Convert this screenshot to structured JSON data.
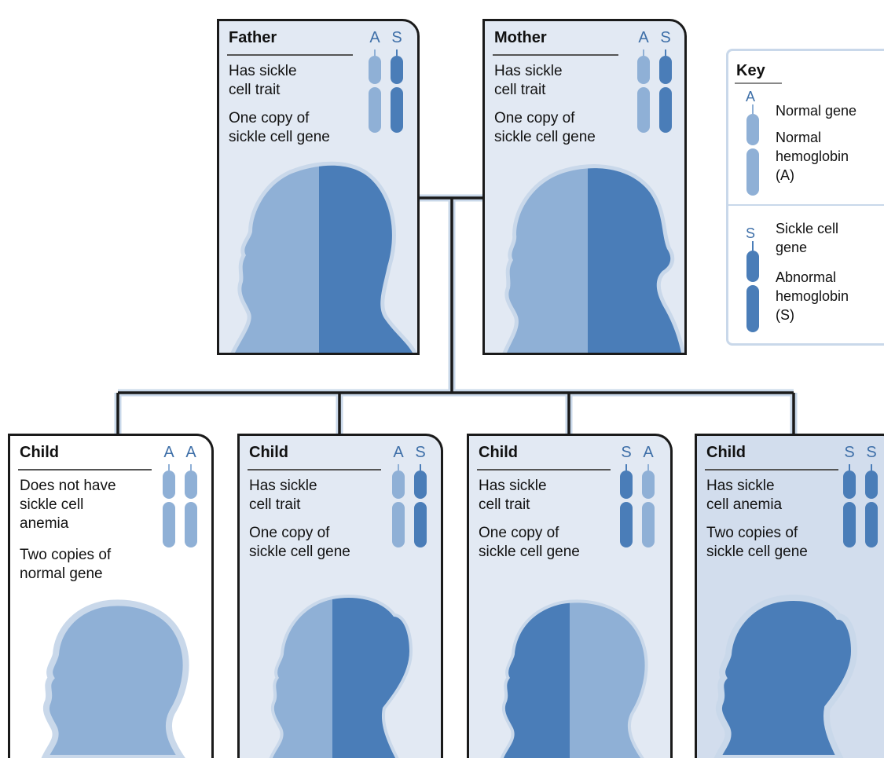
{
  "colors": {
    "light": "#8fb0d6",
    "dark": "#4a7db8",
    "card_bg": "#e2e9f3",
    "card_bg_dark": "#d2dded",
    "letter": "#3e6fa8",
    "line": "#1a1a1a",
    "line_halo": "#c9d8ea"
  },
  "parents": {
    "father": {
      "title": "Father",
      "genes": [
        "A",
        "S"
      ],
      "line1": "Has sickle\ncell trait",
      "line2": "One copy of\nsickle cell gene"
    },
    "mother": {
      "title": "Mother",
      "genes": [
        "A",
        "S"
      ],
      "line1": "Has sickle\ncell trait",
      "line2": "One copy of\nsickle cell gene"
    }
  },
  "children": [
    {
      "title": "Child",
      "genes": [
        "A",
        "A"
      ],
      "line1": "Does not have\nsickle cell\nanemia",
      "line2": "Two copies of\nnormal gene"
    },
    {
      "title": "Child",
      "genes": [
        "A",
        "S"
      ],
      "line1": "Has sickle\ncell trait",
      "line2": "One copy of\nsickle cell gene"
    },
    {
      "title": "Child",
      "genes": [
        "S",
        "A"
      ],
      "line1": "Has sickle\ncell trait",
      "line2": "One copy of\nsickle cell gene"
    },
    {
      "title": "Child",
      "genes": [
        "S",
        "S"
      ],
      "line1": "Has sickle\ncell anemia",
      "line2": "Two copies of\nsickle cell gene"
    }
  ],
  "key": {
    "title": "Key",
    "normal": {
      "letter": "A",
      "text1": "Normal gene",
      "text2": "Normal\nhemoglobin\n(A)"
    },
    "sickle": {
      "letter": "S",
      "text1": "Sickle cell\ngene",
      "text2": "Abnormal\nhemoglobin\n(S)"
    }
  }
}
